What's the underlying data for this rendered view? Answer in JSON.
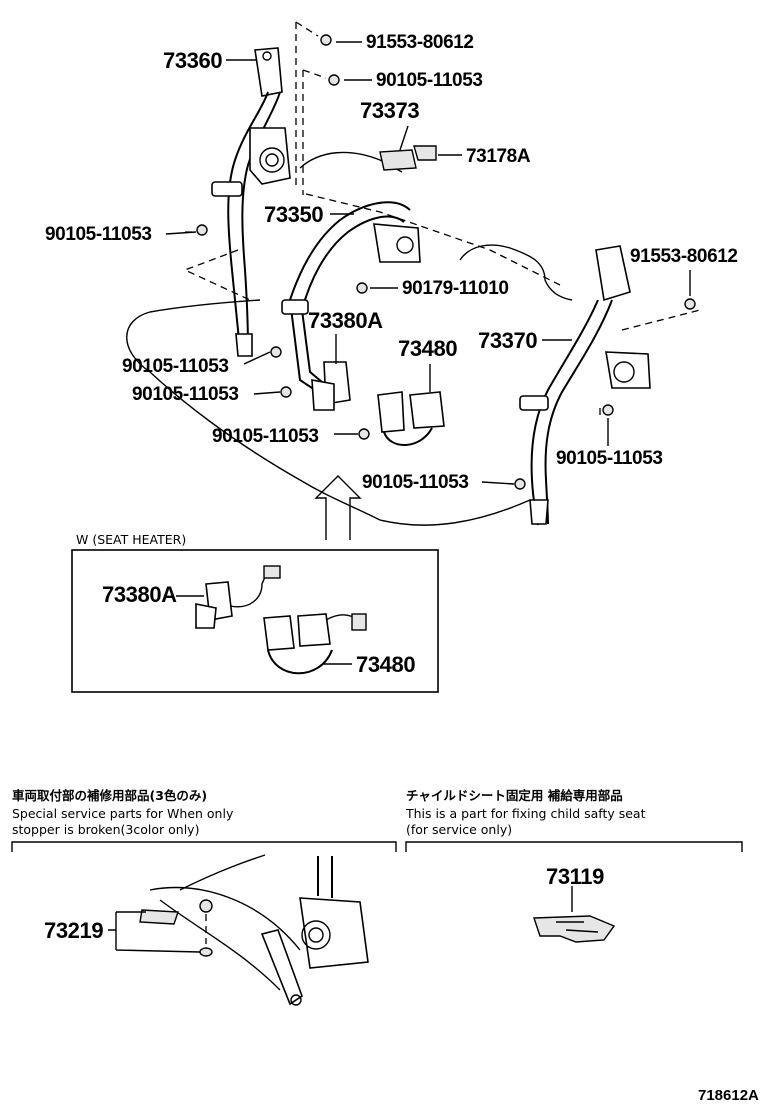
{
  "callouts": {
    "c73360": "73360",
    "c91553_top": "91553-80612",
    "c90105_top": "90105-11053",
    "c73373": "73373",
    "c73178A": "73178A",
    "c90105_left": "90105-11053",
    "c73350": "73350",
    "c91553_right": "91553-80612",
    "c90179": "90179-11010",
    "c73380A": "73380A",
    "c73370": "73370",
    "c73480": "73480",
    "c90105_m1": "90105-11053",
    "c90105_m2": "90105-11053",
    "c90105_m3": "90105-11053",
    "c90105_right": "90105-11053",
    "c90105_bot": "90105-11053"
  },
  "seat_heater_box": {
    "title": "W (SEAT HEATER)",
    "c73380A": "73380A",
    "c73480": "73480"
  },
  "service_section": {
    "title_jp": "車両取付部の補修用部品(3色のみ)",
    "line1": "Special service parts for When only",
    "line2": "stopper is broken(3color only)",
    "c73219": "73219"
  },
  "child_seat_section": {
    "title_jp": "チャイルドシート固定用 補給専用部品",
    "line1": "This is a part for fixing child safty seat",
    "line2": "(for service only)",
    "c73119": "73119"
  },
  "figure_id": "718612A"
}
